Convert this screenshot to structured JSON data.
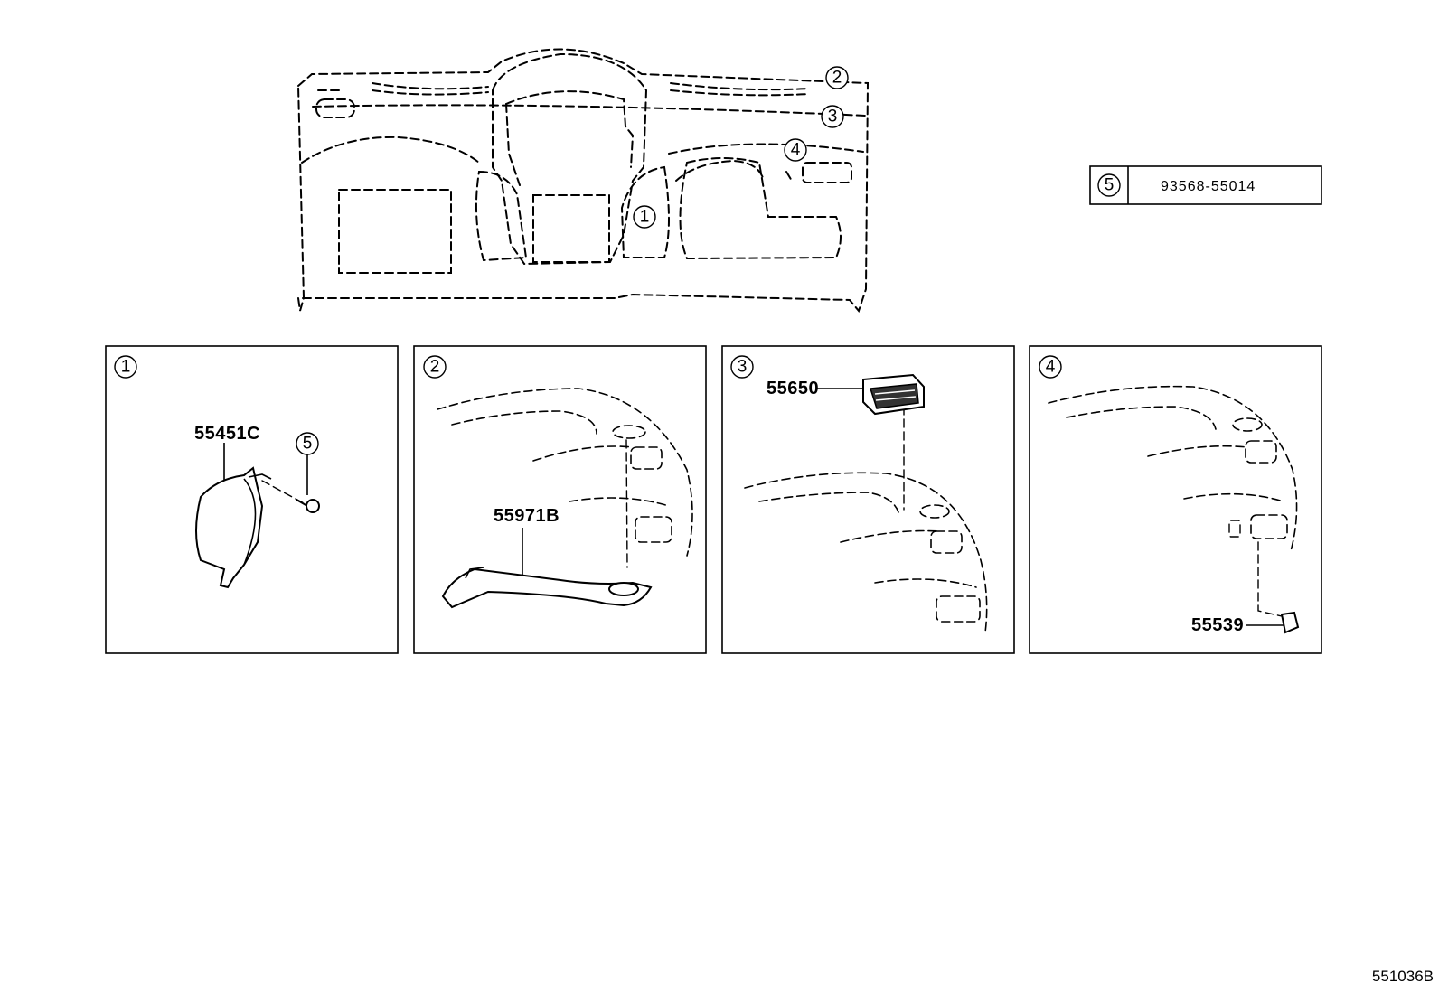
{
  "diagram_id": "551036B",
  "overview_callouts": [
    {
      "n": "1",
      "label": "1"
    },
    {
      "n": "2",
      "label": "2"
    },
    {
      "n": "3",
      "label": "3"
    },
    {
      "n": "4",
      "label": "4"
    }
  ],
  "parts_table": {
    "ref": "5",
    "part_number": "93568-55014"
  },
  "panels": [
    {
      "index": "1",
      "parts": [
        "55451C"
      ],
      "sub_callout": "5"
    },
    {
      "index": "2",
      "parts": [
        "55971B"
      ]
    },
    {
      "index": "3",
      "parts": [
        "55650"
      ]
    },
    {
      "index": "4",
      "parts": [
        "55539"
      ]
    }
  ]
}
